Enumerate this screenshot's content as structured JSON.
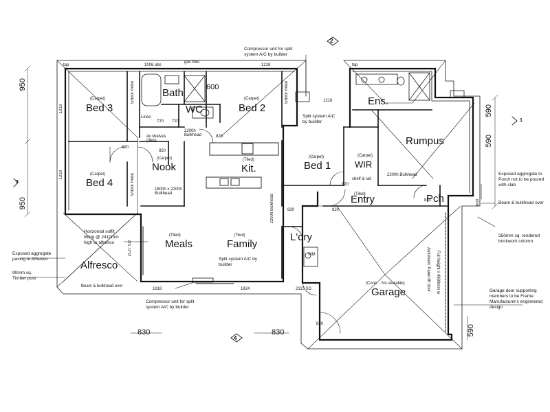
{
  "rooms": {
    "bed3": {
      "name": "Bed 3",
      "finish": "(Carpet)"
    },
    "bath": {
      "name": "Bath"
    },
    "wc": {
      "name": "WC"
    },
    "bed2": {
      "name": "Bed 2",
      "finish": "(Carpet)"
    },
    "ens": {
      "name": "Ens."
    },
    "rumpus": {
      "name": "Rumpus"
    },
    "nook": {
      "name": "Nook",
      "finish": "(Carpet)"
    },
    "kit": {
      "name": "Kit.",
      "finish": "(Tiled)"
    },
    "bed1": {
      "name": "Bed 1",
      "finish": "(Carpet)"
    },
    "wir": {
      "name": "WIR",
      "finish": "(Carpet)"
    },
    "bed4": {
      "name": "Bed 4",
      "finish": "(Carpet)"
    },
    "entry": {
      "name": "Entry",
      "finish": "(Tiled)"
    },
    "pch": {
      "name": "Pch"
    },
    "meals": {
      "name": "Meals",
      "finish": "(Tiled)"
    },
    "family": {
      "name": "Family",
      "finish": "(Tiled)"
    },
    "ldry": {
      "name": "L'dry"
    },
    "alfresco": {
      "name": "Alfresco"
    },
    "garage": {
      "name": "Garage",
      "finish": "(Conc. - No sealable)"
    },
    "linen": {
      "name": "Linen"
    }
  },
  "fixtures": {
    "shelves": "4x shelves (tiles)",
    "shelf_rail": "shelf & rail",
    "wm": "WM",
    "gas_hws": "gas hws",
    "tap_left": "tap",
    "tap_right": "tap",
    "shower_600": "600",
    "sdoor_robe_bed3": "S/door Robe",
    "sdoor_robe_bed2": "S/door Robe",
    "sdoor_robe_bed4": "S/door Robe",
    "bulkhead_nook": "1800h x 2200h Bulkhead",
    "bulkhead_kit": "2200h Bulkhead",
    "bulkhead_bed1": "2200h Bulkhead",
    "bulkhead_entry": "2200h Bulkhead",
    "beam_bulkhead_alfresco": "Beam & bulkhead over",
    "garage_door": "Automatic Panel lift door",
    "garage_height": "Full height x 4800mm w"
  },
  "dims": {
    "d950_top": "950",
    "d950_bottom": "950",
    "d1218_left1": "1218",
    "d1218_left2": "1218",
    "d1218_top_a": "1218",
    "d1218_top_b": "1218",
    "d1006": "1006 obs",
    "d720_a": "720",
    "d720_b": "720",
    "d820_a": "820",
    "d820_b": "820",
    "d820_c": "820",
    "d820_d": "820",
    "d820_e": "820",
    "d820_f": "820",
    "d820_g": "820",
    "d820_h": "820",
    "d2127": "2127 SD",
    "d1818": "1818",
    "d1824": "1824",
    "d2115": "2115 SD",
    "d590_a": "590",
    "d590_b": "590",
    "d590_c": "590",
    "d600_pch": "600",
    "d830_left": "830",
    "d830_right": "830"
  },
  "marks": {
    "top": "2",
    "bottom": "4",
    "left": "3",
    "right": "1"
  },
  "notes": {
    "compressor_top": "Compressor unit for split system A/C by builder",
    "split_top": "Split system A/C by builder",
    "split_bottom": "Split system A/C by builder",
    "compressor_bottom": "Compressor unit for split system A/C by builder",
    "horizontal_soffit": "Horizontal soffit lining @ 2410mm high to alfresco",
    "exposed_alfresco": "Exposed aggregate paving to Alfresco",
    "timber_post": "90mm sq. Timber post",
    "exposed_porch": "Exposed aggregate to Porch not to be poured with slab",
    "beam_porch": "Beam & bulkhead over",
    "brick_column": "350mm sq. rendered brickwork column",
    "garage_support": "Garage door supporting members to be Frame Manufacturer's engineered design"
  }
}
